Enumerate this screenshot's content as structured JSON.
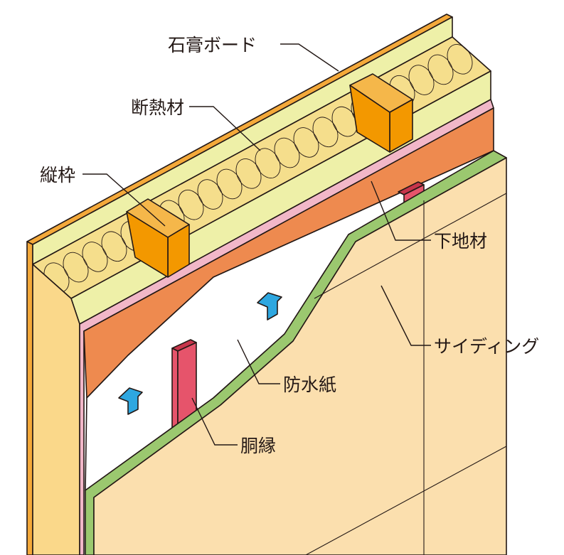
{
  "labels": {
    "gypsum_board": "石膏ボード",
    "insulation": "断熱材",
    "stud": "縦枠",
    "furring_base": "下地材",
    "siding": "サイディング",
    "waterproof_paper": "防水紙",
    "furring_strip": "胴縁"
  },
  "colors": {
    "gypsum_board": "#F4A93A",
    "gypsum_face": "#FAD88A",
    "insulation_top": "#EEF0A8",
    "insulation_body": "#F5DE8C",
    "stud": "#F39800",
    "stud_top": "#F5B74A",
    "base_board": "#EE8A4F",
    "pink_layer": "#F2B7C8",
    "waterproof_paper": "#FFFFFF",
    "siding": "#FBDFAE",
    "siding_edge": "#9BC86F",
    "furring_strip": "#E6546B",
    "furring_strip_top": "#C7354B",
    "airflow_arrow": "#2EA7E0",
    "line": "#231815"
  },
  "icons": [
    "airflow-arrow-icon"
  ]
}
